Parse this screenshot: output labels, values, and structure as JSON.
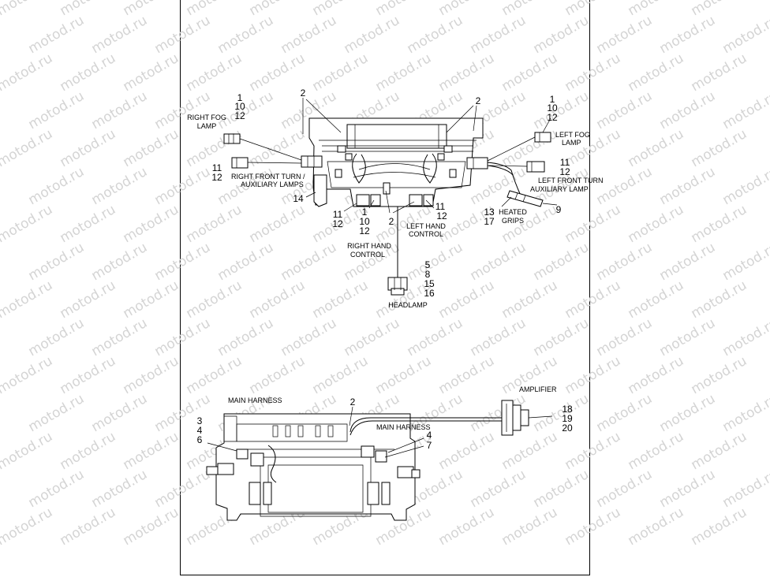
{
  "watermark": "motod.ru",
  "upper_view": {
    "labels": {
      "right_fog_lamp_1": "RIGHT FOG",
      "right_fog_lamp_2": "LAMP",
      "left_fog_lamp_1": "LEFT FOG",
      "left_fog_lamp_2": "LAMP",
      "right_turn_1": "RIGHT FRONT TURN /",
      "right_turn_2": "AUXILIARY LAMPS",
      "left_turn_1": "LEFT FRONT TURN",
      "left_turn_2": "AUXILIARY LAMP",
      "heated_grips_1": "HEATED",
      "heated_grips_2": "GRIPS",
      "right_hand_1": "RIGHT HAND",
      "right_hand_2": "CONTROL",
      "left_hand_1": "LEFT HAND",
      "left_hand_2": "CONTROL",
      "headlamp": "HEADLAMP"
    },
    "callouts": {
      "right_fog": [
        "1",
        "10",
        "12"
      ],
      "left_fog": [
        "1",
        "10",
        "12"
      ],
      "right_turn": [
        "11",
        "12"
      ],
      "left_turn": [
        "11",
        "12"
      ],
      "right_hand": [
        "11",
        "12"
      ],
      "center_right": [
        "1",
        "10",
        "12"
      ],
      "center_two": "2",
      "left_hand": [
        "11",
        "12"
      ],
      "top_left_two": "2",
      "top_right_two": "2",
      "bracket": "14",
      "heated": [
        "13",
        "17"
      ],
      "grips_connector": "9",
      "headlamp": [
        "5",
        "8",
        "15",
        "16"
      ]
    }
  },
  "lower_view": {
    "labels": {
      "main_harness_left": "MAIN HARNESS",
      "main_harness_right": "MAIN HARNESS",
      "amplifier": "AMPLIFIER"
    },
    "callouts": {
      "left": [
        "3",
        "4",
        "6"
      ],
      "top_two": "2",
      "right": [
        "4",
        "7"
      ],
      "amplifier": [
        "18",
        "19",
        "20"
      ]
    }
  }
}
